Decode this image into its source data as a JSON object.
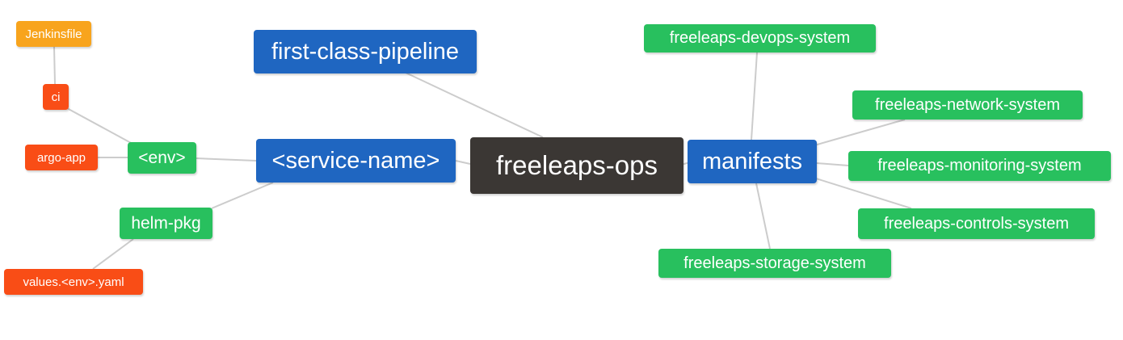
{
  "diagram": {
    "title": "freeleaps-ops repository structure mind map",
    "background_color": "#ffffff",
    "edge_color": "#cccccc",
    "palette": {
      "blue": "#1f66c1",
      "green": "#28c05e",
      "red": "#f94d16",
      "amber": "#f8a41d",
      "dark": "#3b3734"
    },
    "nodes": {
      "jenkinsfile": {
        "label": "Jenkinsfile",
        "color": "#f8a41d"
      },
      "ci": {
        "label": "ci",
        "color": "#f94d16"
      },
      "argo_app": {
        "label": "argo-app",
        "color": "#f94d16"
      },
      "env": {
        "label": "<env>",
        "color": "#28c05e"
      },
      "helm_pkg": {
        "label": "helm-pkg",
        "color": "#28c05e"
      },
      "values_env_yaml": {
        "label": "values.<env>.yaml",
        "color": "#f94d16"
      },
      "first_class_pipeline": {
        "label": "first-class-pipeline",
        "color": "#1f66c1"
      },
      "service_name": {
        "label": "<service-name>",
        "color": "#1f66c1"
      },
      "freeleaps_ops": {
        "label": "freeleaps-ops",
        "color": "#3b3734"
      },
      "manifests": {
        "label": "manifests",
        "color": "#1f66c1"
      },
      "devops_system": {
        "label": "freeleaps-devops-system",
        "color": "#28c05e"
      },
      "network_system": {
        "label": "freeleaps-network-system",
        "color": "#28c05e"
      },
      "monitoring_system": {
        "label": "freeleaps-monitoring-system",
        "color": "#28c05e"
      },
      "controls_system": {
        "label": "freeleaps-controls-system",
        "color": "#28c05e"
      },
      "storage_system": {
        "label": "freeleaps-storage-system",
        "color": "#28c05e"
      }
    },
    "edges": [
      {
        "from": "jenkinsfile",
        "to": "ci"
      },
      {
        "from": "ci",
        "to": "env"
      },
      {
        "from": "argo_app",
        "to": "env"
      },
      {
        "from": "env",
        "to": "service_name"
      },
      {
        "from": "service_name",
        "to": "helm_pkg"
      },
      {
        "from": "helm_pkg",
        "to": "values_env_yaml"
      },
      {
        "from": "first_class_pipeline",
        "to": "freeleaps_ops"
      },
      {
        "from": "service_name",
        "to": "freeleaps_ops"
      },
      {
        "from": "freeleaps_ops",
        "to": "manifests"
      },
      {
        "from": "manifests",
        "to": "devops_system"
      },
      {
        "from": "manifests",
        "to": "network_system"
      },
      {
        "from": "manifests",
        "to": "monitoring_system"
      },
      {
        "from": "manifests",
        "to": "controls_system"
      },
      {
        "from": "manifests",
        "to": "storage_system"
      }
    ]
  }
}
